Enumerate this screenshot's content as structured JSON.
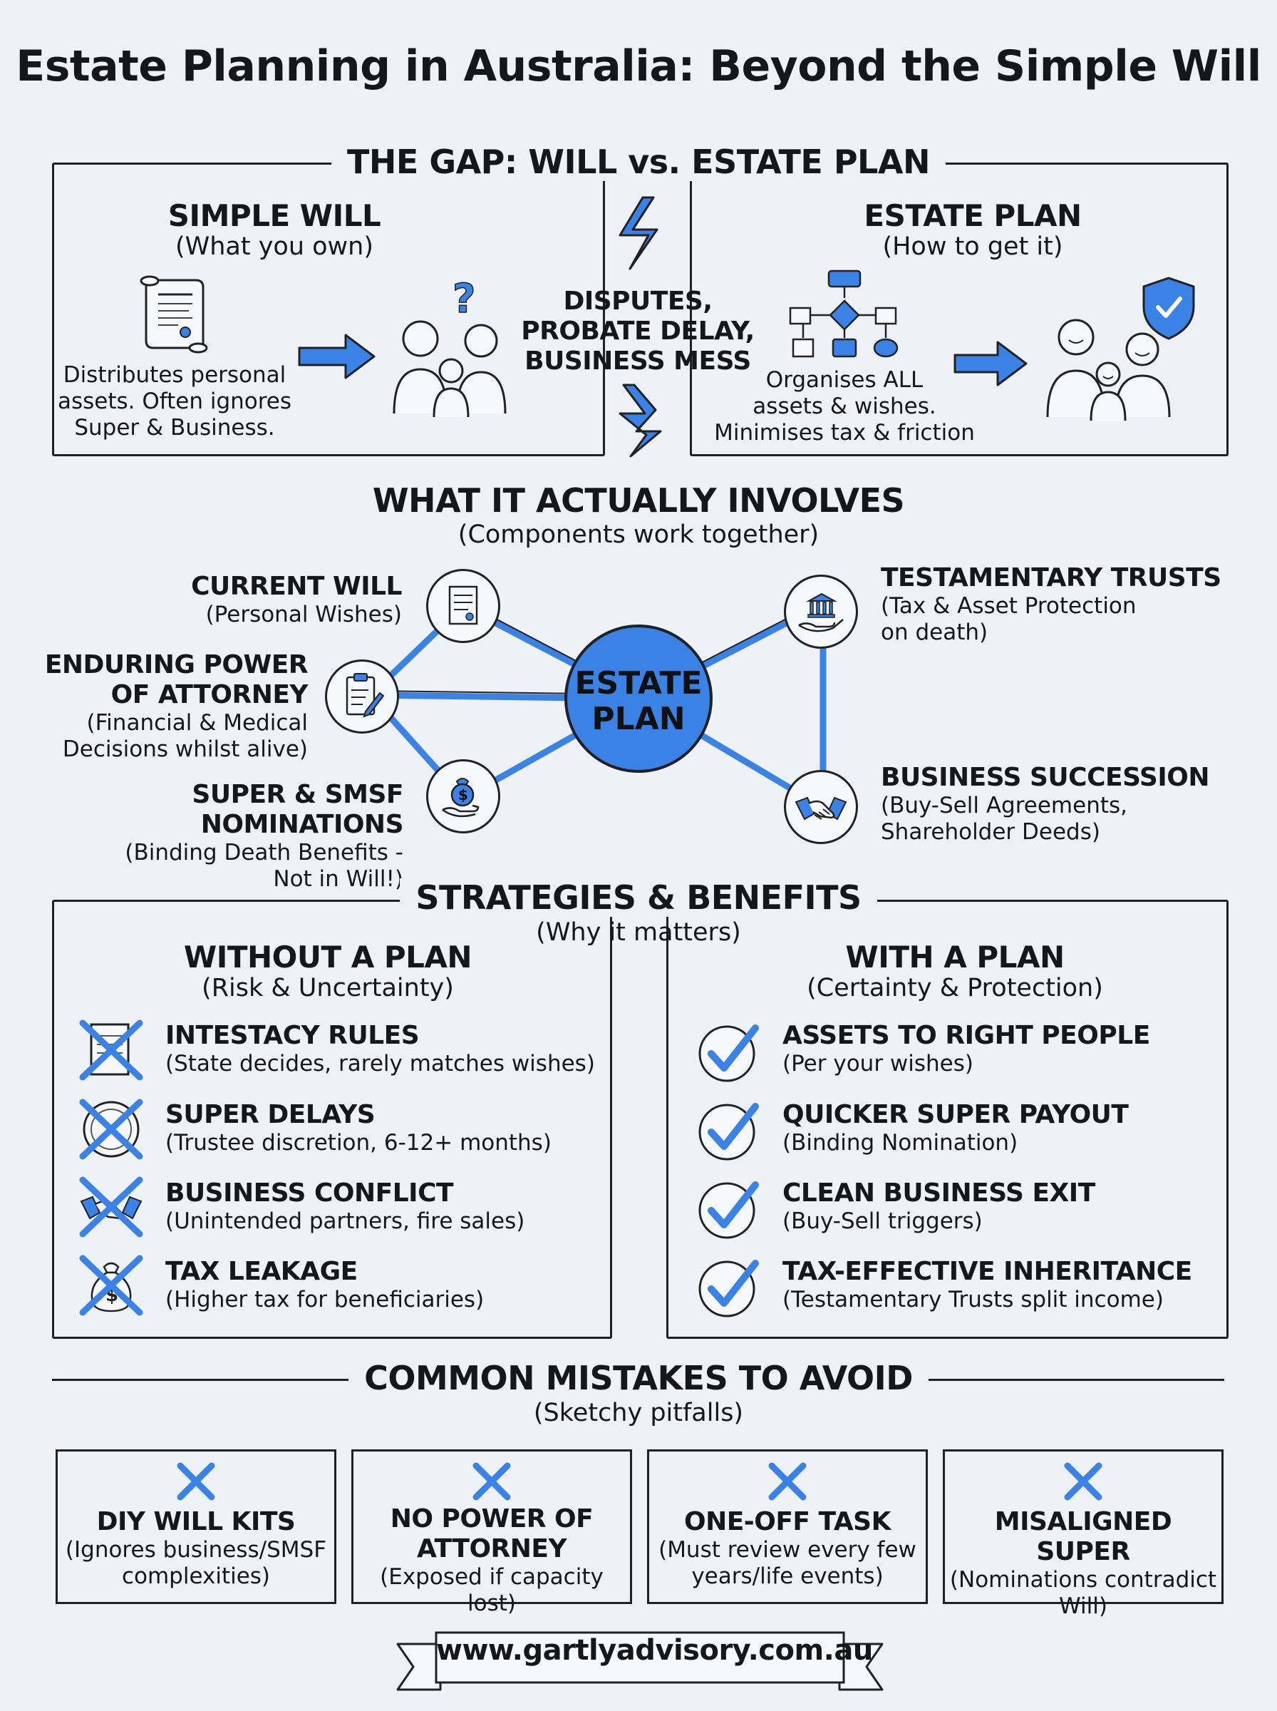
{
  "title": "Estate Planning in Australia: Beyond the Simple Will",
  "gap": {
    "heading": "THE GAP: WILL vs. ESTATE PLAN",
    "will_title": "SIMPLE WILL",
    "will_sub": "(What you own)",
    "will_desc": [
      "Distributes personal",
      "assets. Often ignores",
      "Super & Business."
    ],
    "middle": [
      "DISPUTES,",
      "PROBATE DELAY,",
      "BUSINESS MESS"
    ],
    "plan_title": "ESTATE PLAN",
    "plan_sub": "(How to get it)",
    "plan_desc": [
      "Organises ALL",
      "assets & wishes.",
      "Minimises tax & friction"
    ]
  },
  "involves": {
    "heading": "WHAT IT ACTUALLY INVOLVES",
    "sub": "(Components work together)",
    "center": [
      "ESTATE",
      "PLAN"
    ],
    "will_title": "CURRENT WILL",
    "will_sub": "(Personal Wishes)",
    "epa_title": [
      "ENDURING POWER",
      "OF ATTORNEY"
    ],
    "epa_sub": [
      "(Financial & Medical",
      "Decisions whilst alive)"
    ],
    "super_title": "SUPER & SMSF NOMINATIONS",
    "super_sub": [
      "(Binding Death Benefits -",
      "Not in Will!)"
    ],
    "trust_title": "TESTAMENTARY TRUSTS",
    "trust_sub": [
      "(Tax & Asset Protection",
      "on death)"
    ],
    "biz_title": "BUSINESS SUCCESSION",
    "biz_sub": [
      "(Buy-Sell Agreements,",
      "Shareholder Deeds)"
    ]
  },
  "strategies": {
    "heading": "STRATEGIES & BENEFITS",
    "sub": "(Why it matters)",
    "without_title": "WITHOUT A PLAN",
    "without_sub": "(Risk & Uncertainty)",
    "without_items": [
      {
        "title": "INTESTACY RULES",
        "desc": "(State decides, rarely matches wishes)"
      },
      {
        "title": "SUPER DELAYS",
        "desc": "(Trustee discretion, 6-12+ months)"
      },
      {
        "title": "BUSINESS CONFLICT",
        "desc": "(Unintended partners, fire sales)"
      },
      {
        "title": "TAX LEAKAGE",
        "desc": "(Higher tax for beneficiaries)"
      }
    ],
    "with_title": "WITH A PLAN",
    "with_sub": "(Certainty & Protection)",
    "with_items": [
      {
        "title": "ASSETS TO RIGHT PEOPLE",
        "desc": "(Per your wishes)"
      },
      {
        "title": "QUICKER SUPER PAYOUT",
        "desc": "(Binding Nomination)"
      },
      {
        "title": "CLEAN BUSINESS EXIT",
        "desc": "(Buy-Sell triggers)"
      },
      {
        "title": "TAX-EFFECTIVE INHERITANCE",
        "desc": "(Testamentary Trusts split income)"
      }
    ]
  },
  "mistakes": {
    "heading": "COMMON MISTAKES TO AVOID",
    "sub": "(Sketchy pitfalls)",
    "items": [
      {
        "title": [
          "DIY WILL KITS"
        ],
        "desc": [
          "(Ignores business/SMSF",
          "complexities)"
        ]
      },
      {
        "title": [
          "NO POWER OF",
          "ATTORNEY"
        ],
        "desc": [
          "(Exposed if capacity lost)"
        ]
      },
      {
        "title": [
          "ONE-OFF TASK"
        ],
        "desc": [
          "(Must review every few",
          "years/life events)"
        ]
      },
      {
        "title": [
          "MISALIGNED SUPER"
        ],
        "desc": [
          "(Nominations contradict",
          "Will)"
        ]
      }
    ]
  },
  "footer_url": "www.gartlyadvisory.com.au",
  "colors": {
    "accent": "#3b82e6",
    "ink": "#1f2126",
    "background": "#eef1f6"
  }
}
